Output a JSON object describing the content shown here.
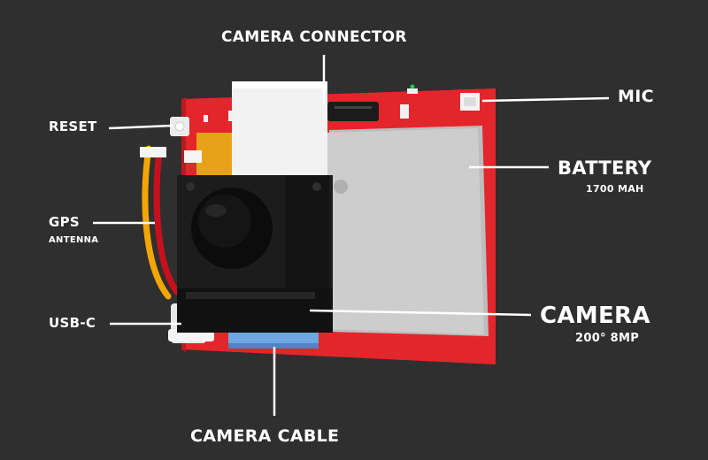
{
  "colors": {
    "background": "#2f2f2f",
    "board": "#e3262b",
    "battery": "#c8c8c8",
    "camera_module": "#1c1c1c",
    "gps_cable_yellow": "#f3a500",
    "gps_cable_red": "#c8101d",
    "connector_white": "#f2f2f2",
    "label_text": "#ffffff",
    "leader_line": "#ffffff"
  },
  "icons": [
    "camera-lens-icon"
  ],
  "labels": {
    "camera_connector": "CAMERA CONNECTOR",
    "mic": "MIC",
    "reset": "RESET",
    "battery": "BATTERY",
    "battery_capacity": "1700 MAH",
    "gps": "GPS",
    "gps_sub": "ANTENNA",
    "usb_c": "USB-C",
    "camera": "CAMERA",
    "camera_spec": "200° 8MP",
    "camera_cable": "CAMERA CABLE"
  }
}
